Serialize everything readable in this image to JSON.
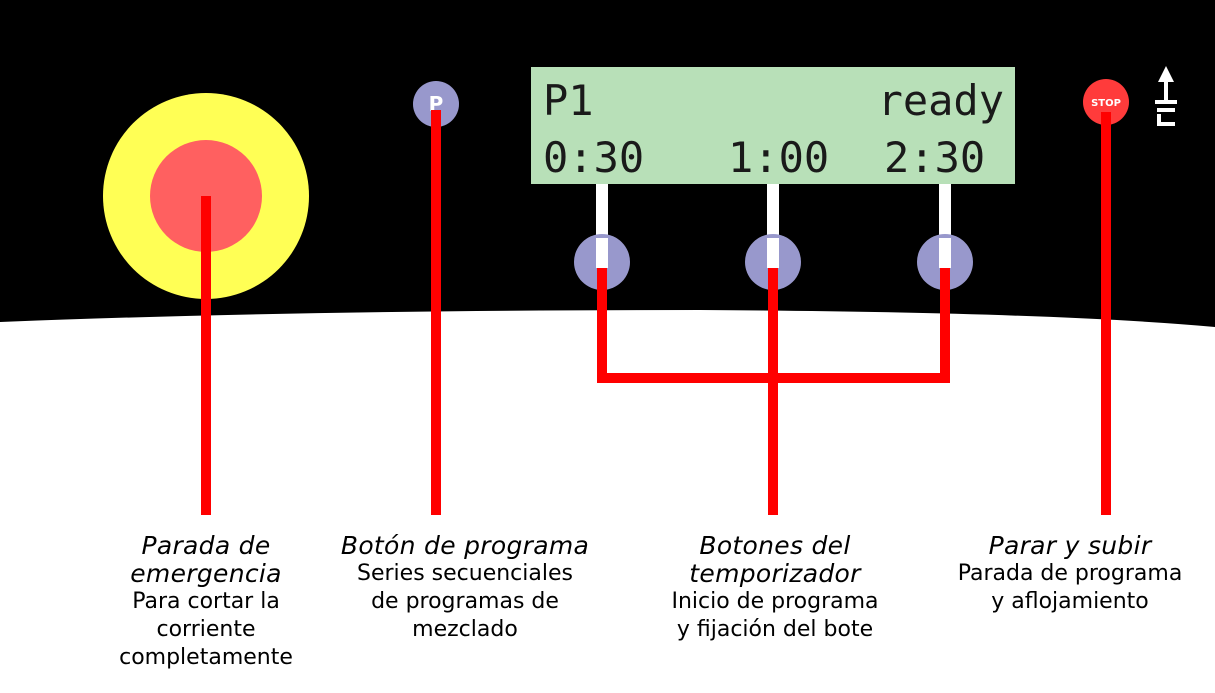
{
  "display": {
    "program": "P1",
    "status": "ready",
    "times": [
      "0:30",
      "1:00",
      "2:30"
    ]
  },
  "stop_button": {
    "text": "STOP"
  },
  "program_button": {
    "text": "P"
  },
  "labels": {
    "emergency": {
      "title_lines": [
        "Parada de",
        "emergencia"
      ],
      "desc_lines": [
        "Para cortar la",
        "corriente",
        "completamente"
      ]
    },
    "program": {
      "title_lines": [
        "Botón de programa"
      ],
      "desc_lines": [
        "Series secuenciales",
        "de programas de",
        "mezclado"
      ]
    },
    "timers": {
      "title_lines": [
        "Botones del",
        "temporizador"
      ],
      "desc_lines": [
        "Inicio de programa",
        "y fijación del bote"
      ]
    },
    "stop": {
      "title_lines": [
        "Parar y subir"
      ],
      "desc_lines": [
        "Parada de programa",
        "y aflojamiento"
      ]
    }
  },
  "colors": {
    "panel": "#000000",
    "leader_line": "#ff0000",
    "emergency_outer": "#ffff55",
    "emergency_inner": "#ff6060",
    "lcd_background": "#b8e0b8",
    "button": "#9898cc",
    "stop_button": "#ff3b3b"
  }
}
